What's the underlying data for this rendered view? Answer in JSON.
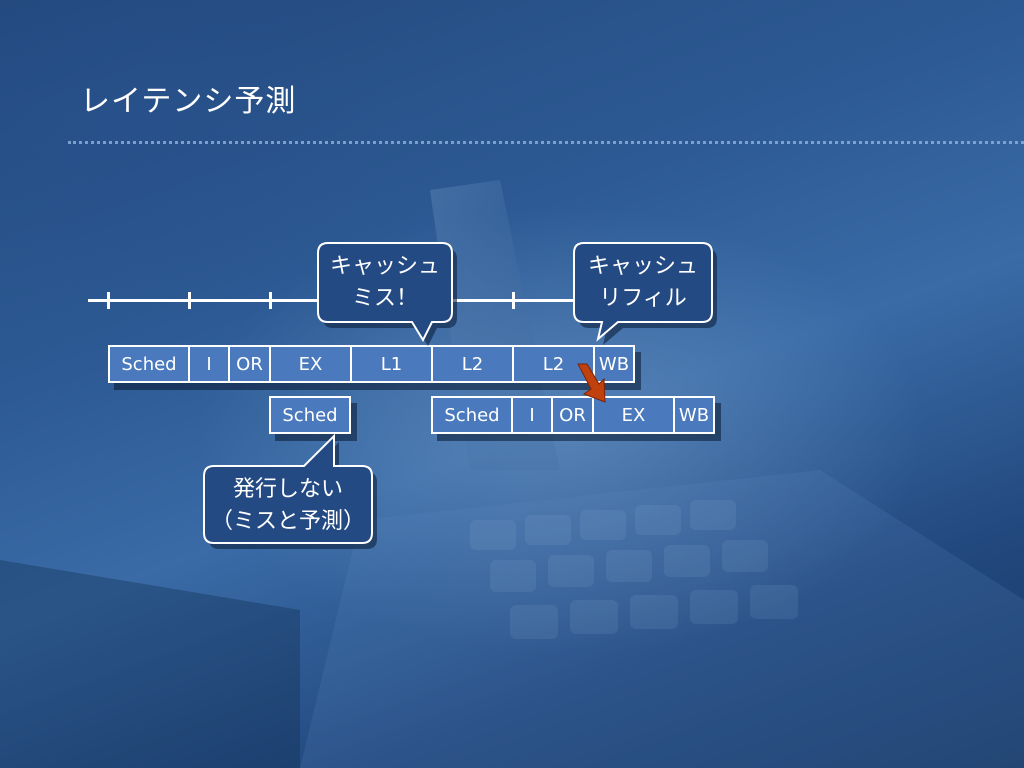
{
  "slide": {
    "title": "レイテンシ予測"
  },
  "callouts": {
    "cache_miss": {
      "line1": "キャッシュ",
      "line2": "ミス！"
    },
    "cache_refill": {
      "line1": "キャッシュ",
      "line2": "リフィル"
    },
    "not_issued": {
      "line1": "発行しない",
      "line2": "（ミスと予測）"
    }
  },
  "pipeline": {
    "row1": [
      "Sched",
      "I",
      "OR",
      "EX",
      "L1",
      "L2",
      "L2",
      "WB"
    ],
    "row2": [
      "Sched"
    ],
    "row3": [
      "Sched",
      "I",
      "OR",
      "EX",
      "WB"
    ]
  },
  "colors": {
    "stage_fill": "#4a7abd",
    "callout_fill": "#244a84",
    "arrow": "#c0400e"
  }
}
